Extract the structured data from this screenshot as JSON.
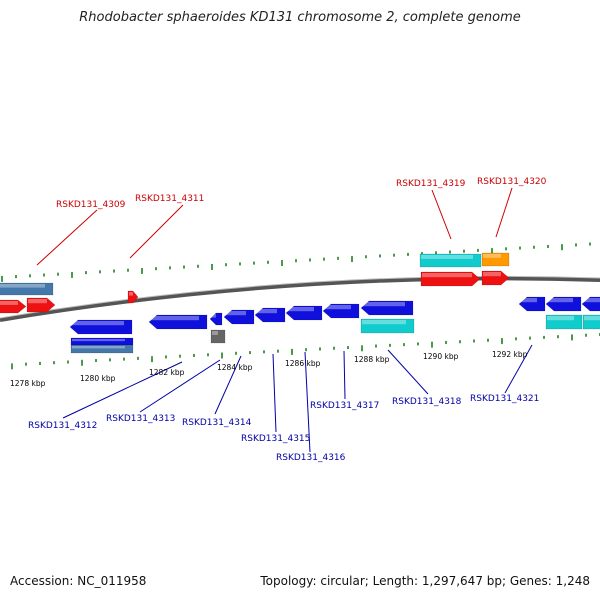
{
  "title": "Rhodobacter sphaeroides KD131 chromosome 2, complete genome",
  "footer": {
    "accession": "Accession: NC_011958",
    "summary": "Topology: circular; Length: 1,297,647 bp; Genes: 1,248"
  },
  "colors": {
    "gene_red": "#ee1111",
    "gene_blue": "#1010dd",
    "gene_cyan": "#11cccc",
    "gene_orange": "#ff9900",
    "gene_steelblue": "#4477aa",
    "gene_gray": "#666666",
    "label_red": "#cc0000",
    "label_blue": "#0000aa",
    "tick_green": "#117711",
    "backbone": "#777777"
  },
  "scale_ticks": [
    "1278 kbp",
    "1280 kbp",
    "1282 kbp",
    "1284 kbp",
    "1286 kbp",
    "1288 kbp",
    "1290 kbp",
    "1292 kbp"
  ],
  "labels_top": [
    "RSKD131_4309",
    "RSKD131_4311",
    "RSKD131_4319",
    "RSKD131_4320"
  ],
  "labels_bottom": [
    "RSKD131_4312",
    "RSKD131_4313",
    "RSKD131_4314",
    "RSKD131_4315",
    "RSKD131_4316",
    "RSKD131_4317",
    "RSKD131_4318",
    "RSKD131_4321"
  ]
}
